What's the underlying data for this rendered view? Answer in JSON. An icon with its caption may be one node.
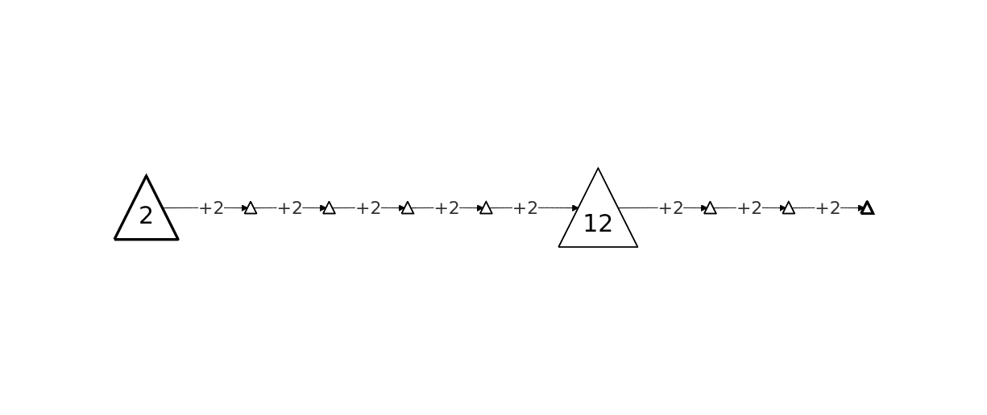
{
  "diagram": {
    "nodes": [
      {
        "text": [
          "2"
        ]
      },
      {
        "text": [],
        "shape": "triangle"
      },
      {
        "text": [],
        "shape": "triangle"
      },
      {
        "text": [],
        "shape": "triangle"
      },
      {
        "text": [],
        "shape": "triangle"
      },
      {
        "text": [
          "12"
        ]
      },
      {
        "text": [],
        "shape": "triangle"
      },
      {
        "text": [],
        "shape": "triangle"
      },
      {
        "text": [],
        "shape": "triangle"
      }
    ],
    "edges": [
      {
        "from": 0,
        "to": 1,
        "arrow": "to",
        "label": "+2"
      },
      {
        "from": 1,
        "to": 2,
        "arrow": "to",
        "label": "+2"
      },
      {
        "from": 2,
        "to": 3,
        "arrow": "to",
        "label": "+2"
      },
      {
        "from": 3,
        "to": 4,
        "arrow": "to",
        "label": "+2"
      },
      {
        "from": 4,
        "to": 5,
        "arrow": "to",
        "label": "+2"
      },
      {
        "from": 5,
        "to": 6,
        "arrow": "to",
        "label": "+2"
      },
      {
        "from": 6,
        "to": 7,
        "arrow": "to",
        "label": "+2"
      },
      {
        "from": 7,
        "to": 8,
        "arrow": "to",
        "label": "+2"
      }
    ]
  }
}
